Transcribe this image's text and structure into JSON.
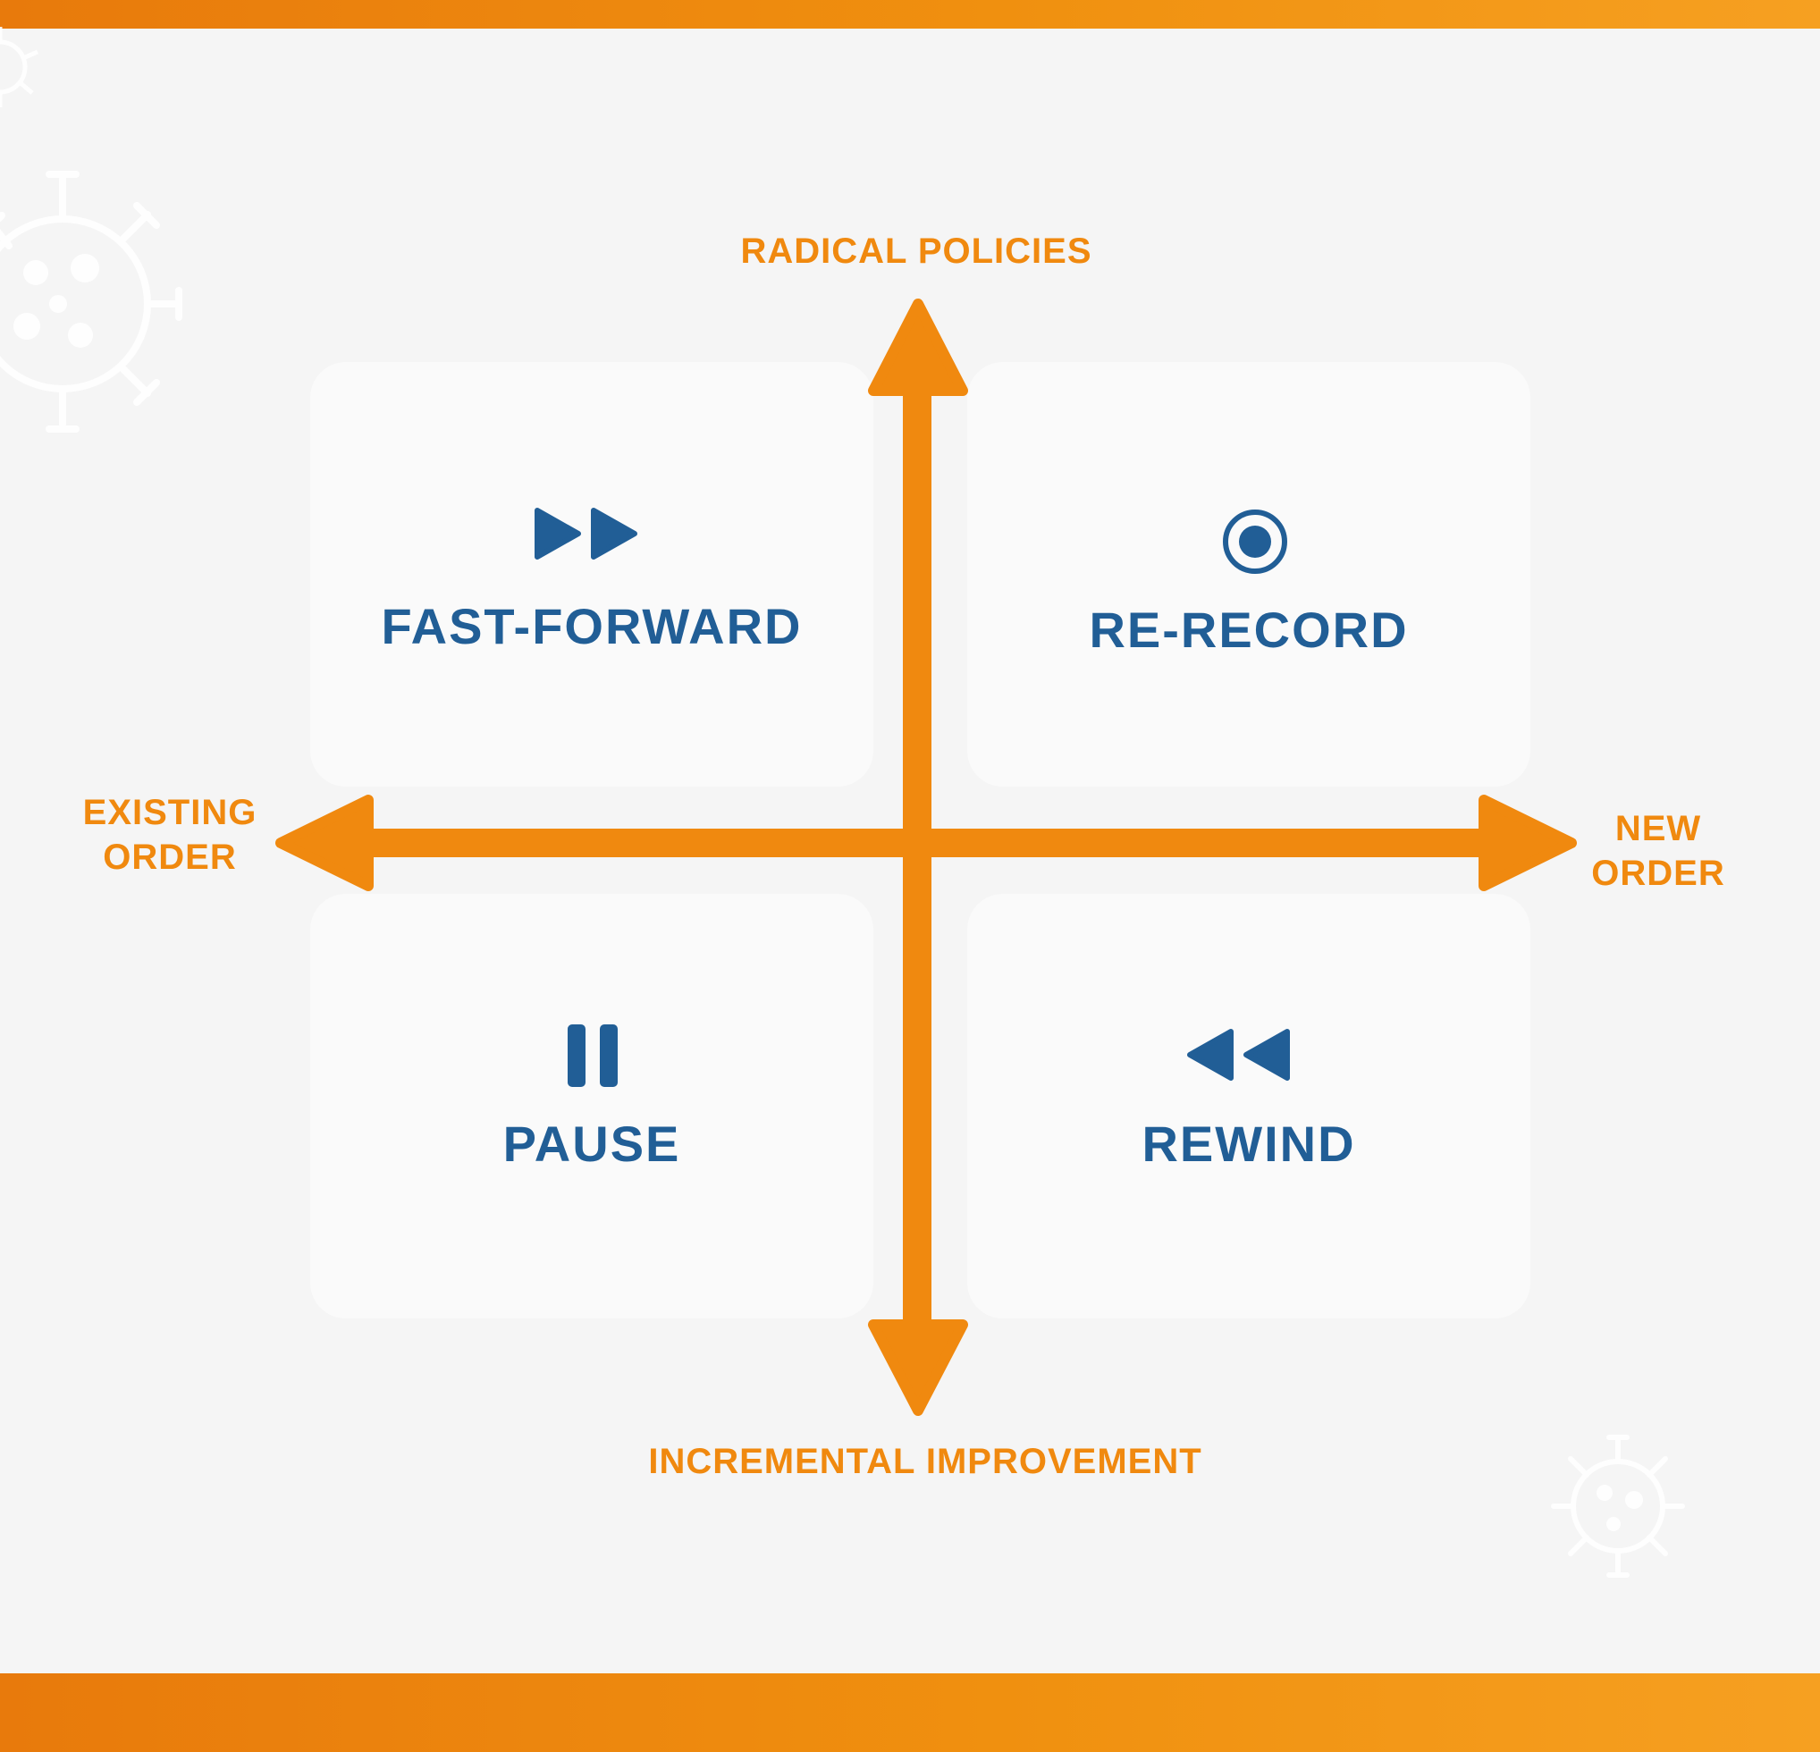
{
  "axes": {
    "top": "RADICAL POLICIES",
    "bottom": "INCREMENTAL IMPROVEMENT",
    "left": [
      "EXISTING",
      "ORDER"
    ],
    "right": [
      "NEW",
      "ORDER"
    ]
  },
  "quadrants": {
    "top_left": {
      "label": "FAST-FORWARD",
      "icon": "fast-forward-icon"
    },
    "top_right": {
      "label": "RE-RECORD",
      "icon": "record-icon"
    },
    "bottom_left": {
      "label": "PAUSE",
      "icon": "pause-icon"
    },
    "bottom_right": {
      "label": "REWIND",
      "icon": "rewind-icon"
    }
  },
  "colors": {
    "accent": "#f0890f",
    "label_blue": "#215e96",
    "background": "#f5f5f5",
    "card": "#fafafa"
  }
}
